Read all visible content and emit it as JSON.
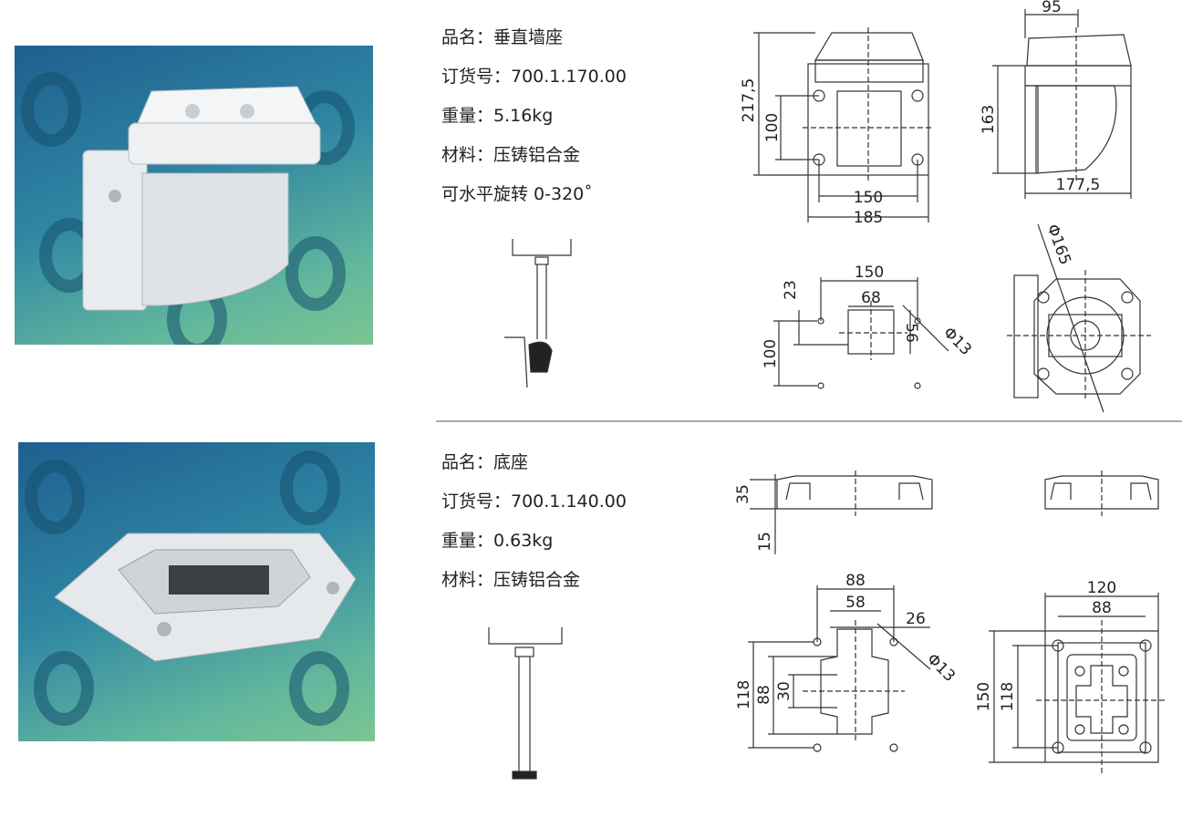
{
  "products": [
    {
      "name": "品名：垂直墙座",
      "order_no": "订货号：700.1.170.00",
      "weight": "重量：5.16kg",
      "material": "材料：压铸铝合金",
      "rotation": "可水平旋转 0-320˚"
    },
    {
      "name": "品名：底座",
      "order_no": "订货号：700.1.140.00",
      "weight": "重量：0.63kg",
      "material": "材料：压铸铝合金"
    }
  ],
  "dims": {
    "wall_front": {
      "height_total": "217,5",
      "height_inner": "100",
      "width_inner": "150",
      "width_total": "185"
    },
    "wall_side": {
      "top": "95",
      "height": "163",
      "width": "177,5"
    },
    "wall_holes": {
      "w_outer": "150",
      "w_inner": "68",
      "offset": "23",
      "h_left": "100",
      "h_inner": "56",
      "hole": "Φ13"
    },
    "wall_bottom": {
      "circle": "Φ165"
    },
    "base_side": {
      "h1": "35",
      "h2": "15"
    },
    "base_holes": {
      "w1": "88",
      "w2": "58",
      "w3": "26",
      "h1": "118",
      "h2": "88",
      "h3": "30",
      "hole": "Φ13"
    },
    "base_top": {
      "w1": "120",
      "w2": "88",
      "h1": "150",
      "h2": "118"
    }
  },
  "colors": {
    "photo_bg_top": "#1f5f8f",
    "photo_bg_bottom": "#7cc592",
    "line": "#333333",
    "divider": "#aaaaaa"
  }
}
